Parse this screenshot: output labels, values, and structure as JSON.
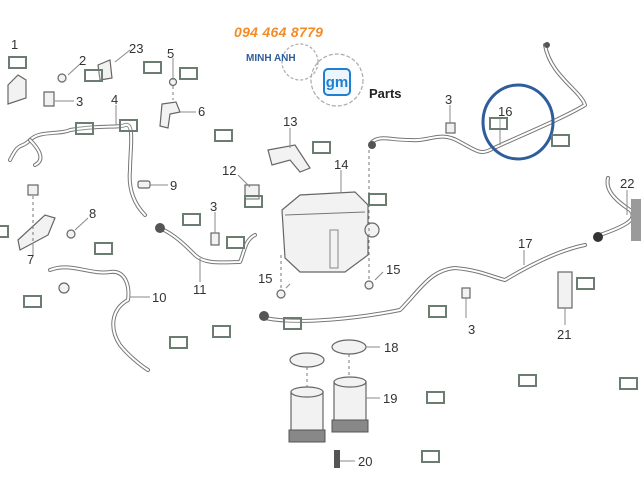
{
  "brand": {
    "phone": "094 464 8779",
    "name": "MINH ANH",
    "logo_text": "gm",
    "parts_label": "Parts"
  },
  "colors": {
    "hotspot_border": "#6a7d70",
    "highlight_circle": "#2f5d9c",
    "phone_orange": "#f28c28",
    "brand_blue": "#2f5d9c",
    "gm_blue": "#1f7fd1"
  },
  "part_numbers": [
    {
      "id": "1",
      "label": "1"
    },
    {
      "id": "2",
      "label": "2"
    },
    {
      "id": "3a",
      "label": "3"
    },
    {
      "id": "4",
      "label": "4"
    },
    {
      "id": "5",
      "label": "5"
    },
    {
      "id": "6",
      "label": "6"
    },
    {
      "id": "7",
      "label": "7"
    },
    {
      "id": "8",
      "label": "8"
    },
    {
      "id": "9",
      "label": "9"
    },
    {
      "id": "10",
      "label": "10"
    },
    {
      "id": "11",
      "label": "11"
    },
    {
      "id": "12",
      "label": "12"
    },
    {
      "id": "3b",
      "label": "3"
    },
    {
      "id": "13",
      "label": "13"
    },
    {
      "id": "14",
      "label": "14"
    },
    {
      "id": "15a",
      "label": "15"
    },
    {
      "id": "15b",
      "label": "15"
    },
    {
      "id": "3c",
      "label": "3"
    },
    {
      "id": "16",
      "label": "16"
    },
    {
      "id": "17",
      "label": "17"
    },
    {
      "id": "3d",
      "label": "3"
    },
    {
      "id": "18",
      "label": "18"
    },
    {
      "id": "19",
      "label": "19"
    },
    {
      "id": "20",
      "label": "20"
    },
    {
      "id": "21",
      "label": "21"
    },
    {
      "id": "22",
      "label": "22"
    },
    {
      "id": "23",
      "label": "23"
    }
  ],
  "highlighted_part": "16",
  "icons": {
    "gear": "gear-icon",
    "gm_logo": "gm-logo-icon"
  }
}
